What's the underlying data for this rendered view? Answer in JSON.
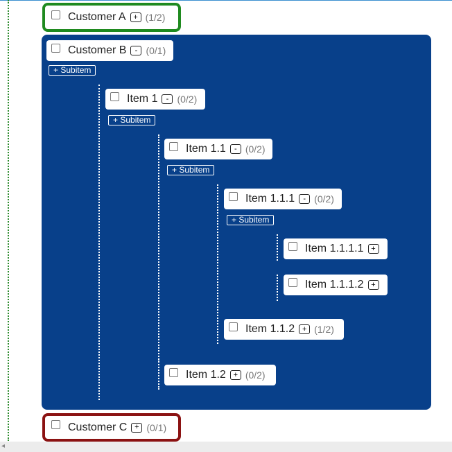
{
  "tree": {
    "customer_a": {
      "label": "Customer A",
      "toggle": "+",
      "count": "(1/2)"
    },
    "customer_b": {
      "label": "Customer B",
      "toggle": "-",
      "count": "(0/1)",
      "add_label": "+ Subitem",
      "item_1": {
        "label": "Item 1",
        "toggle": "-",
        "count": "(0/2)",
        "add_label": "+ Subitem",
        "item_1_1": {
          "label": "Item 1.1",
          "toggle": "-",
          "count": "(0/2)",
          "add_label": "+ Subitem",
          "item_1_1_1": {
            "label": "Item 1.1.1",
            "toggle": "-",
            "count": "(0/2)",
            "add_label": "+ Subitem",
            "item_1_1_1_1": {
              "label": "Item 1.1.1.1",
              "toggle": "+"
            },
            "item_1_1_1_2": {
              "label": "Item 1.1.1.2",
              "toggle": "+"
            }
          },
          "item_1_1_2": {
            "label": "Item 1.1.2",
            "toggle": "+",
            "count": "(1/2)"
          }
        },
        "item_1_2": {
          "label": "Item 1.2",
          "toggle": "+",
          "count": "(0/2)"
        }
      }
    },
    "customer_c": {
      "label": "Customer C",
      "toggle": "+",
      "count": "(0/1)"
    }
  },
  "colors": {
    "panel": "#08408a",
    "highlight_green": "#1f8a1f",
    "highlight_red": "#8b1212"
  }
}
